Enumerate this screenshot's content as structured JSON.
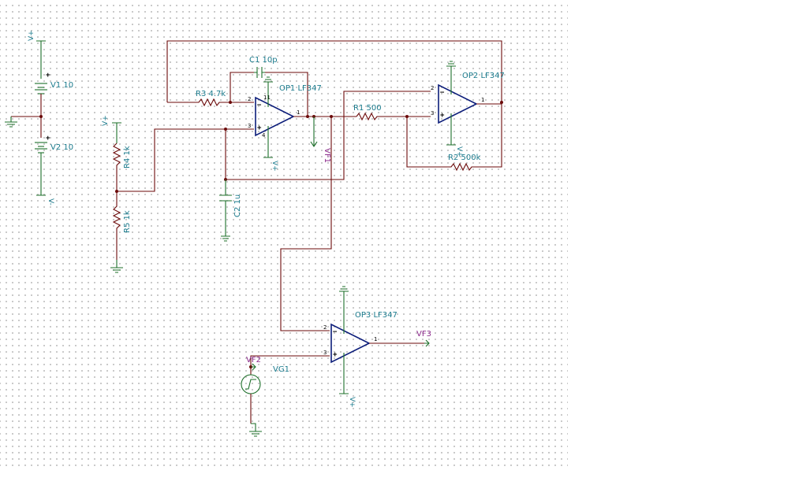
{
  "components": {
    "v1": {
      "name": "V1",
      "value": "10"
    },
    "v2": {
      "name": "V2",
      "value": "10"
    },
    "r3": {
      "name": "R3",
      "value": "4.7k"
    },
    "c1": {
      "name": "C1",
      "value": "10p"
    },
    "op1": {
      "name": "OP1",
      "value": "LF347"
    },
    "op2": {
      "name": "OP2",
      "value": "LF347"
    },
    "op3": {
      "name": "OP3",
      "value": "LF347"
    },
    "r1": {
      "name": "R1",
      "value": "500"
    },
    "r2": {
      "name": "R2",
      "value": "500k"
    },
    "r4": {
      "name": "R4",
      "value": "1k"
    },
    "r5": {
      "name": "R5",
      "value": "1k"
    },
    "c2": {
      "name": "C2",
      "value": "1u"
    },
    "vg1": {
      "name": "VG1"
    }
  },
  "labels": {
    "r3": "R3 4.7k",
    "c1": "C1 10p",
    "op1": "OP1 LF347",
    "op2": "OP2 LF347",
    "op3": "OP3 LF347",
    "r1": "R1 500",
    "r2": "R2 500k",
    "r4": "R4 1k",
    "r5": "R5 1k",
    "c2": "C2 1u",
    "v1": "V1 10",
    "v2": "V2 10",
    "vg1": "VG1"
  },
  "probes": {
    "vf1": "VF1",
    "vf2": "VF2",
    "vf3": "VF3"
  },
  "power": {
    "pos": "V+",
    "neg": "V-"
  },
  "pins": {
    "one": "1",
    "two": "2",
    "three": "3",
    "four": "4",
    "eleven": "11"
  },
  "symbols": {
    "plus": "+",
    "minus": "−"
  },
  "colors": {
    "wire": "#6b0a0a",
    "ground": "#1d6f2a",
    "opamp": "#0c1d7a",
    "label": "#1a7a8c",
    "probe": "#8b2a8b",
    "grid": "#b8b8b8"
  }
}
